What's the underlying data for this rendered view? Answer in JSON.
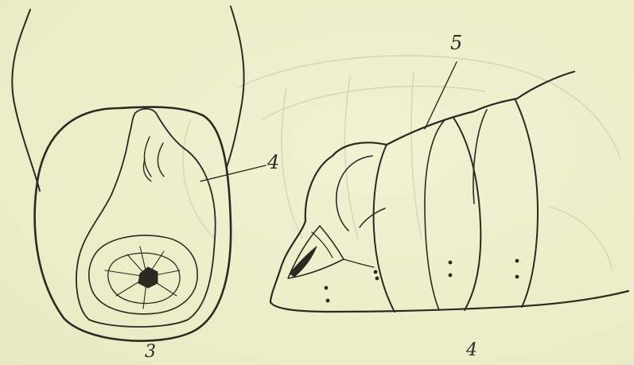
{
  "figures": [
    {
      "number": "3",
      "callout": "4"
    },
    {
      "number": "4",
      "callout": "5"
    }
  ],
  "colors": {
    "paper": "#eeeecb",
    "ink": "#2a2a22",
    "faint": "#d6d6b8"
  }
}
